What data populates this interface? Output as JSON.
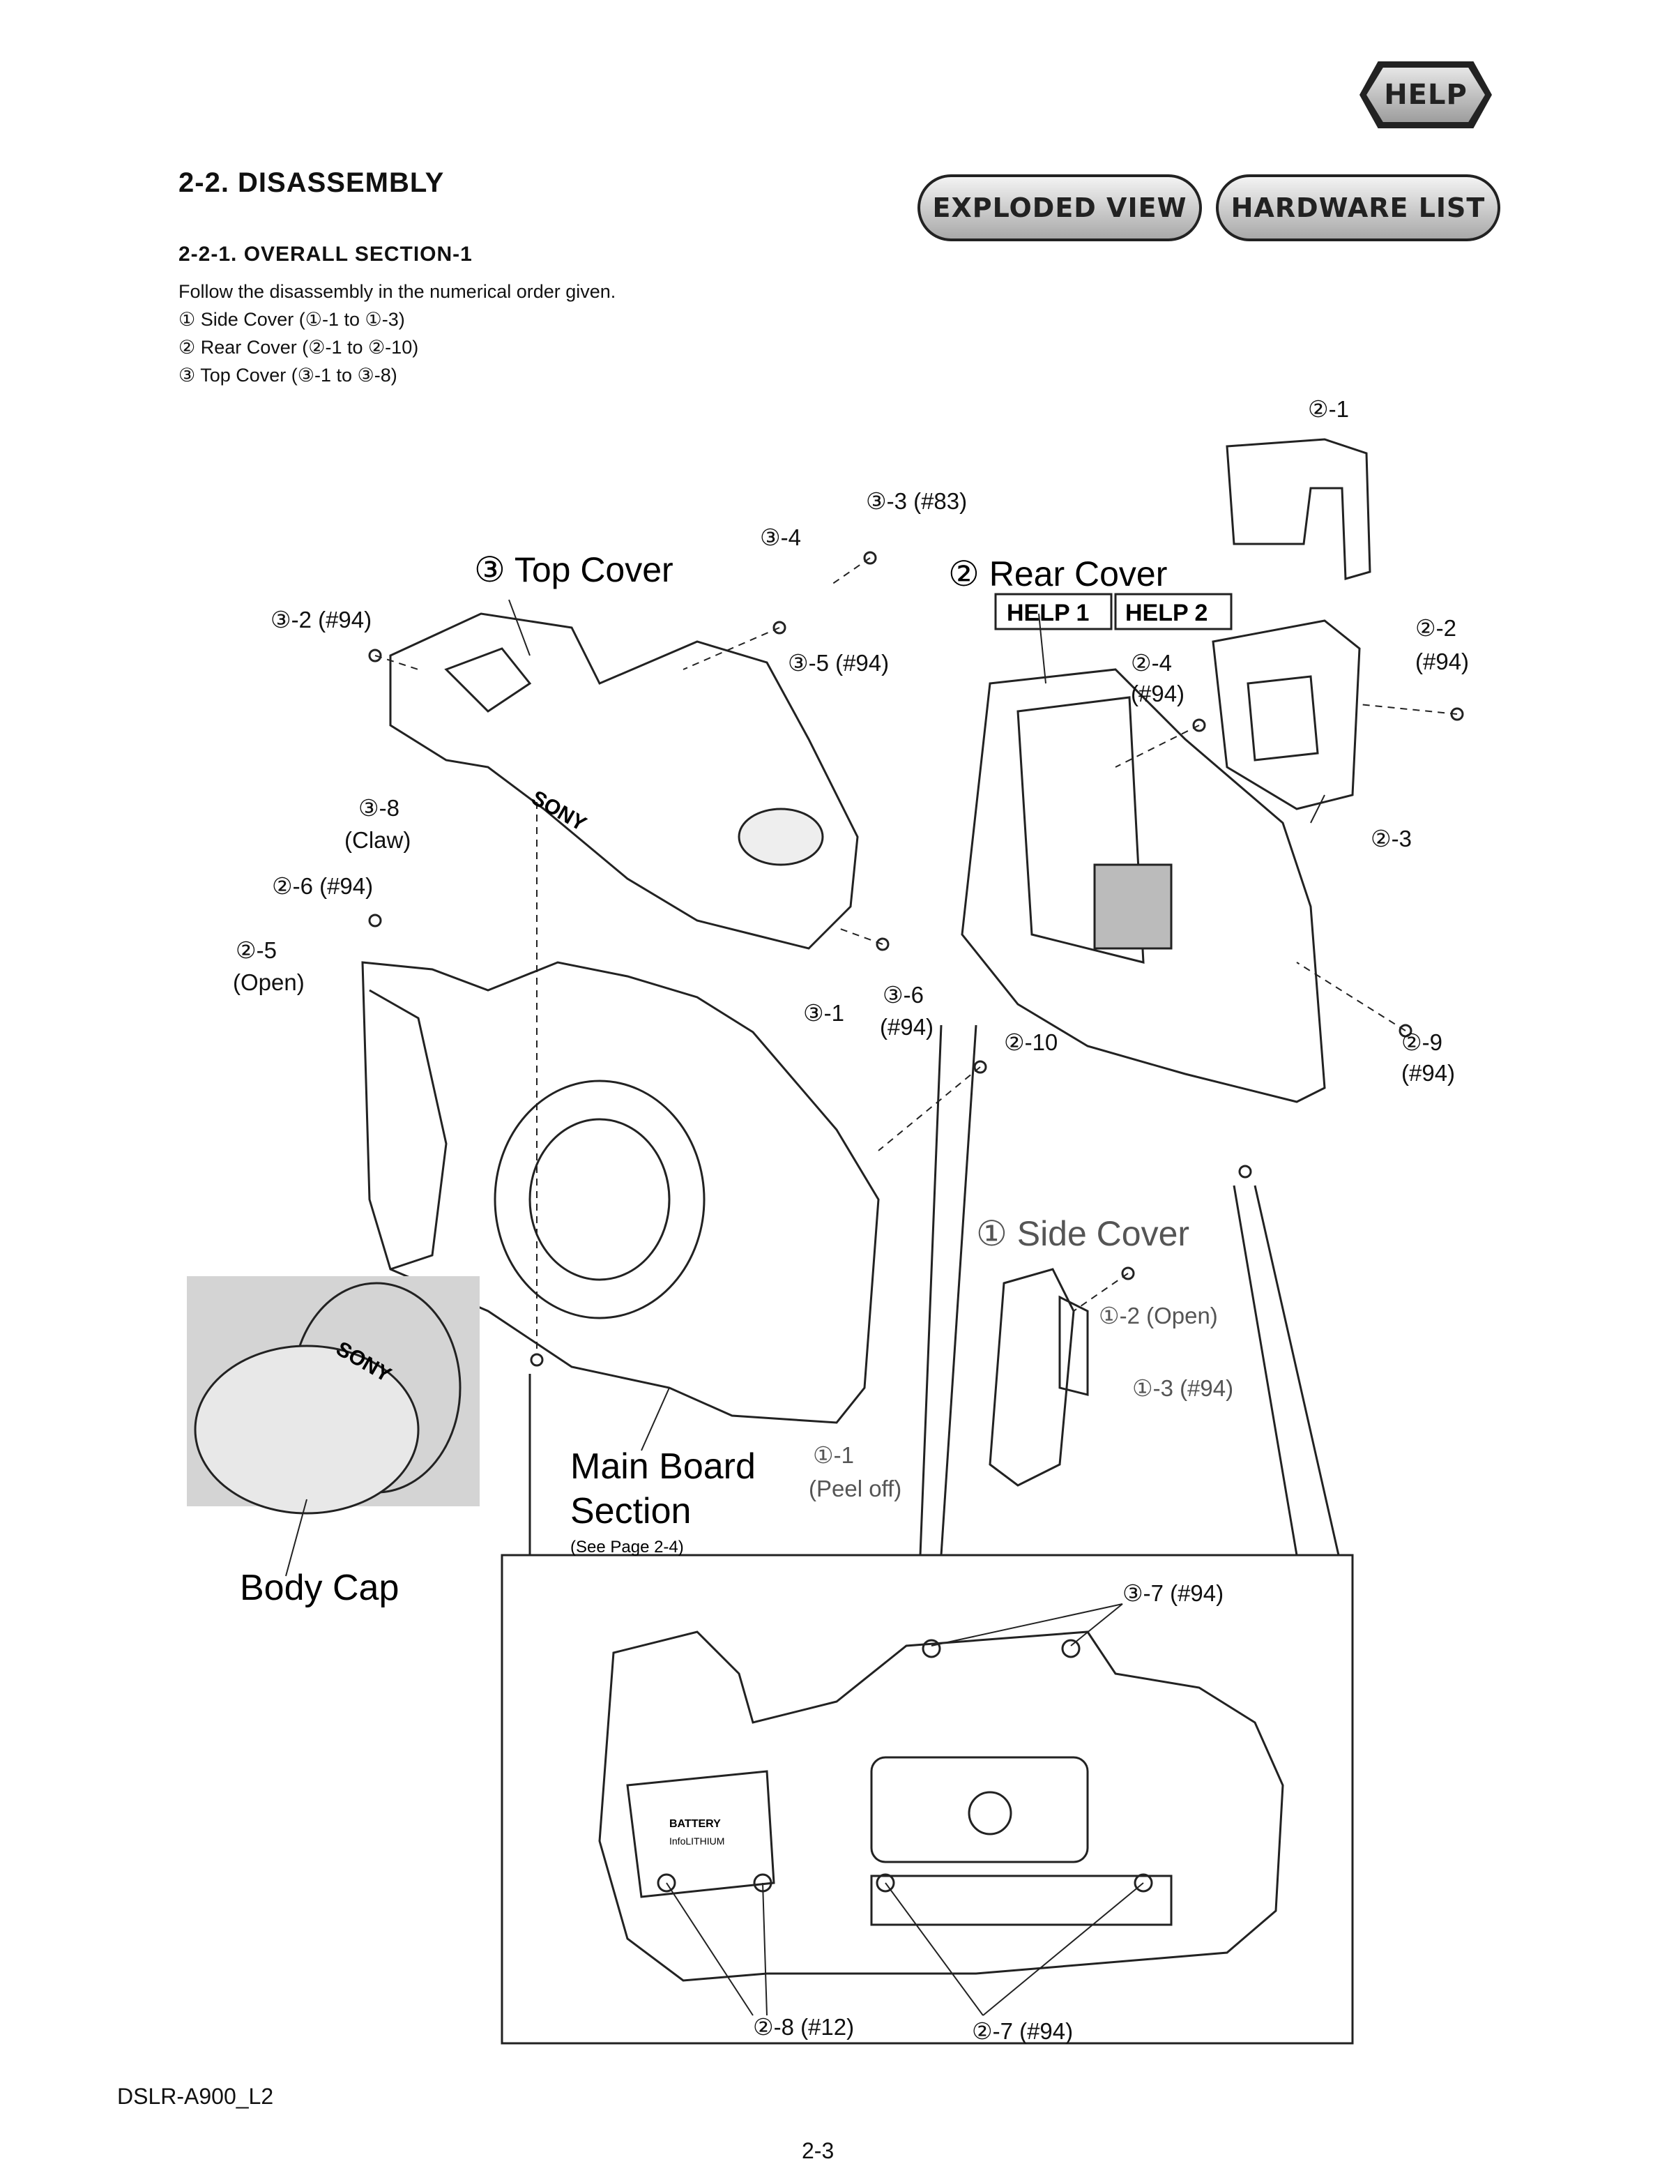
{
  "header": {
    "help_label": "HELP",
    "exploded_view_label": "EXPLODED VIEW",
    "hardware_list_label": "HARDWARE LIST"
  },
  "section": {
    "title": "2-2.  DISASSEMBLY",
    "subtitle": "2-2-1.  OVERALL  SECTION-1",
    "instruction": "Follow the disassembly in the numerical order given.",
    "steps": [
      "① Side Cover (①-1 to ①-3)",
      "② Rear Cover (②-1 to ②-10)",
      "③ Top Cover (③-1 to ③-8)"
    ]
  },
  "diagram": {
    "top_cover_title": "③ Top Cover",
    "rear_cover_title": "② Rear Cover",
    "help1_label": "HELP 1",
    "help2_label": "HELP 2",
    "side_cover_title": "① Side Cover",
    "main_board_title_line1": "Main Board",
    "main_board_title_line2": "Section",
    "main_board_note": "(See Page 2-4)",
    "body_cap_title": "Body Cap",
    "labels": {
      "r2_1": "②-1",
      "r3_3": "③-3 (#83)",
      "r3_4": "③-4",
      "r3_2": "③-2 (#94)",
      "r3_5": "③-5 (#94)",
      "r2_2a": "②-2",
      "r2_2b": "(#94)",
      "r2_4a": "②-4",
      "r2_4b": "(#94)",
      "r3_8a": "③-8",
      "r3_8b": "(Claw)",
      "r2_3": "②-3",
      "r2_6": "②-6 (#94)",
      "r2_5a": "②-5",
      "r2_5b": "(Open)",
      "r3_6a": "③-6",
      "r3_6b": "(#94)",
      "r3_1": "③-1",
      "r2_10": "②-10",
      "r2_9a": "②-9",
      "r2_9b": "(#94)",
      "r1_2": "①-2 (Open)",
      "r1_3": "①-3 (#94)",
      "r1_1a": "①-1",
      "r1_1b": "(Peel off)",
      "r3_7": "③-7 (#94)",
      "r2_8": "②-8 (#12)",
      "r2_7": "②-7 (#94)"
    },
    "camera_brand": "SONY",
    "battery_label": "BATTERY",
    "battery_sub": "InfoLITHIUM"
  },
  "footer": {
    "model": "DSLR-A900_L2",
    "page": "2-3"
  }
}
